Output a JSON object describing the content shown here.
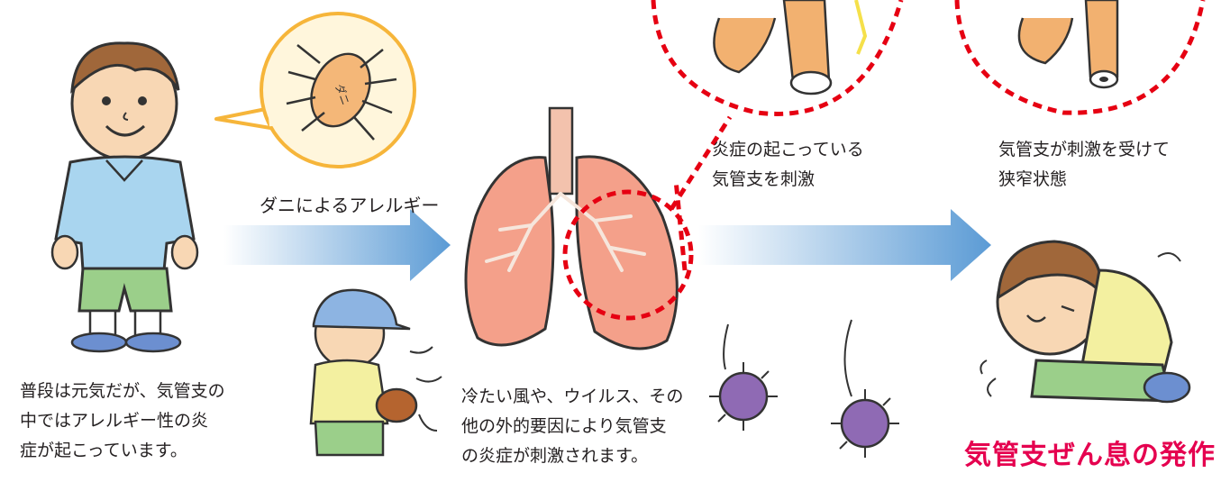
{
  "captions": {
    "mite_allergy": "ダニによるアレルギー",
    "normal_state": "普段は元気だが、気管支の\n中ではアレルギー性の炎\n症が起こっています。",
    "stimulus": "冷たい風や、ウイルス、その\n他の外的要因により気管支\nの炎症が刺激されます。",
    "inflamed_bronchus": "炎症の起こっている\n気管支を刺激",
    "narrowed_bronchus": "気管支が刺激を受けて\n狭窄状態"
  },
  "result_title": "気管支ぜん息の発作",
  "mite_body_text": "ダニ",
  "colors": {
    "arrow": "#5b9bd5",
    "dashed_circle": "#e60012",
    "lung": "#f4a08a",
    "bubble_border": "#f6b53a",
    "result_title": "#e5004f"
  }
}
